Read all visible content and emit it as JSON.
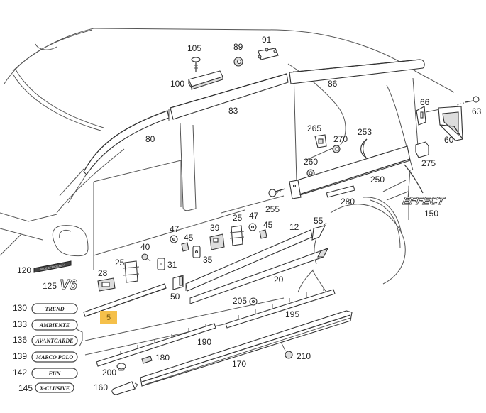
{
  "diagram": {
    "title": "Side moldings exploded parts diagram",
    "highlight": {
      "label": "5",
      "color": "#f5c04a"
    },
    "part_labels": [
      {
        "id": "p105",
        "text": "105"
      },
      {
        "id": "p89",
        "text": "89"
      },
      {
        "id": "p91",
        "text": "91"
      },
      {
        "id": "p100",
        "text": "100"
      },
      {
        "id": "p86",
        "text": "86"
      },
      {
        "id": "p83",
        "text": "83"
      },
      {
        "id": "p80",
        "text": "80"
      },
      {
        "id": "p66",
        "text": "66"
      },
      {
        "id": "p63",
        "text": "63"
      },
      {
        "id": "p60",
        "text": "60"
      },
      {
        "id": "p265",
        "text": "265"
      },
      {
        "id": "p270",
        "text": "270"
      },
      {
        "id": "p253",
        "text": "253"
      },
      {
        "id": "p275",
        "text": "275"
      },
      {
        "id": "p260",
        "text": "260"
      },
      {
        "id": "p250",
        "text": "250"
      },
      {
        "id": "p255",
        "text": "255"
      },
      {
        "id": "p280",
        "text": "280"
      },
      {
        "id": "p150",
        "text": "150"
      },
      {
        "id": "p47a",
        "text": "47"
      },
      {
        "id": "p45a",
        "text": "45"
      },
      {
        "id": "p39",
        "text": "39"
      },
      {
        "id": "p25a",
        "text": "25"
      },
      {
        "id": "p47b",
        "text": "47"
      },
      {
        "id": "p45b",
        "text": "45"
      },
      {
        "id": "p12",
        "text": "12"
      },
      {
        "id": "p55",
        "text": "55"
      },
      {
        "id": "p40",
        "text": "40"
      },
      {
        "id": "p31",
        "text": "31"
      },
      {
        "id": "p35",
        "text": "35"
      },
      {
        "id": "p25b",
        "text": "25"
      },
      {
        "id": "p28",
        "text": "28"
      },
      {
        "id": "p20",
        "text": "20"
      },
      {
        "id": "p50",
        "text": "50"
      },
      {
        "id": "p205",
        "text": "205"
      },
      {
        "id": "p195",
        "text": "195"
      },
      {
        "id": "p190",
        "text": "190"
      },
      {
        "id": "p180",
        "text": "180"
      },
      {
        "id": "p210",
        "text": "210"
      },
      {
        "id": "p200",
        "text": "200"
      },
      {
        "id": "p170",
        "text": "170"
      },
      {
        "id": "p160",
        "text": "160"
      },
      {
        "id": "p120",
        "text": "120"
      },
      {
        "id": "p125",
        "text": "125"
      }
    ],
    "emblems": {
      "v6": "V6",
      "effect": "EFFECT",
      "p120_badge": "BLUE EFFICIENCY"
    },
    "badges": [
      {
        "number": "130",
        "text": "TREND"
      },
      {
        "number": "133",
        "text": "AMBIENTE"
      },
      {
        "number": "136",
        "text": "AVANTGARDE"
      },
      {
        "number": "139",
        "text": "MARCO POLO"
      },
      {
        "number": "142",
        "text": "FUN"
      },
      {
        "number": "145",
        "text": "X-CLUSIVE"
      }
    ]
  }
}
